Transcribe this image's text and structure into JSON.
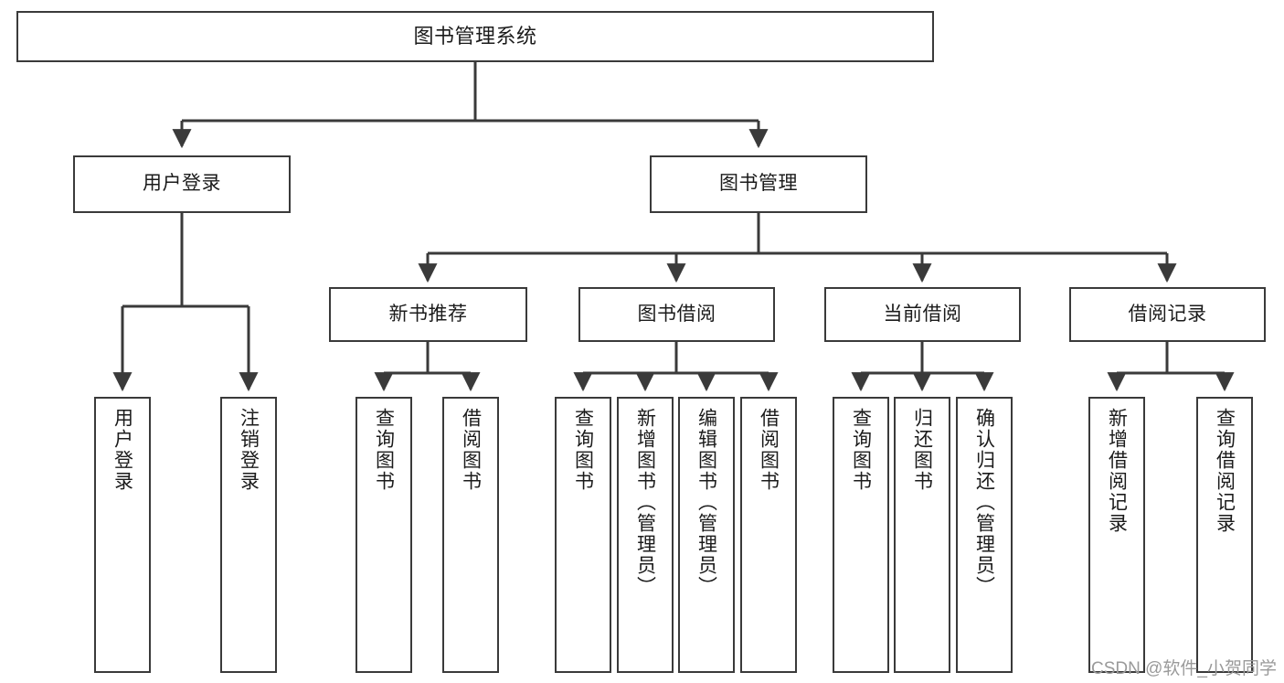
{
  "diagram": {
    "title": "图书管理系统",
    "type": "tree",
    "colors": {
      "box_border": "#3a3a3a",
      "box_fill": "#ffffff",
      "line": "#3a3a3a",
      "text": "#1b1b1b",
      "watermark": "#9a9a9a",
      "background": "#ffffff"
    },
    "root": {
      "label": "图书管理系统"
    },
    "level2": [
      {
        "label": "用户登录"
      },
      {
        "label": "图书管理"
      }
    ],
    "level3": [
      {
        "label": "新书推荐"
      },
      {
        "label": "图书借阅"
      },
      {
        "label": "当前借阅"
      },
      {
        "label": "借阅记录"
      }
    ],
    "leaves": [
      {
        "label": "用户登录",
        "parent": "用户登录"
      },
      {
        "label": "注销登录",
        "parent": "用户登录"
      },
      {
        "label": "查询图书",
        "parent": "新书推荐"
      },
      {
        "label": "借阅图书",
        "parent": "新书推荐"
      },
      {
        "label": "查询图书",
        "parent": "图书借阅"
      },
      {
        "label": "新增图书（管理员）",
        "parent": "图书借阅"
      },
      {
        "label": "编辑图书（管理员）",
        "parent": "图书借阅"
      },
      {
        "label": "借阅图书",
        "parent": "图书借阅"
      },
      {
        "label": "查询图书",
        "parent": "当前借阅"
      },
      {
        "label": "归还图书",
        "parent": "当前借阅"
      },
      {
        "label": "确认归还（管理员）",
        "parent": "当前借阅"
      },
      {
        "label": "新增借阅记录",
        "parent": "借阅记录"
      },
      {
        "label": "查询借阅记录",
        "parent": "借阅记录"
      }
    ]
  },
  "watermark": {
    "text": "CSDN @软件_小贺同学"
  }
}
